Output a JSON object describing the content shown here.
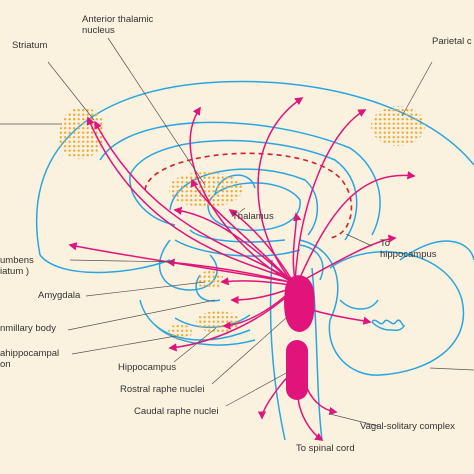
{
  "labels": {
    "striatum": "Striatum",
    "anterior_thalamic": [
      "Anterior thalamic",
      "nucleus"
    ],
    "parietal": "Parietal c",
    "thalamus": "Thalamus",
    "to_hippocampus": [
      "To",
      "hippocampus"
    ],
    "accumbens": [
      "umbens",
      "iatum )"
    ],
    "amygdala": "Amygdala",
    "mammillary": "nmillary body",
    "parahippocampal": [
      "ahippocampal",
      "on"
    ],
    "hippocampus": "Hippocampus",
    "rostral_raphe": "Rostral raphe nuclei",
    "caudal_raphe": "Caudal raphe nuclei",
    "vagal": "Vagal-solitary complex",
    "spinal": "To spinal cord"
  },
  "colors": {
    "background": "#fbf1df",
    "outline": "#2aa5e0",
    "projection": "#e0147b",
    "nucleus_dots": "#f0a830",
    "leader": "#555555"
  }
}
